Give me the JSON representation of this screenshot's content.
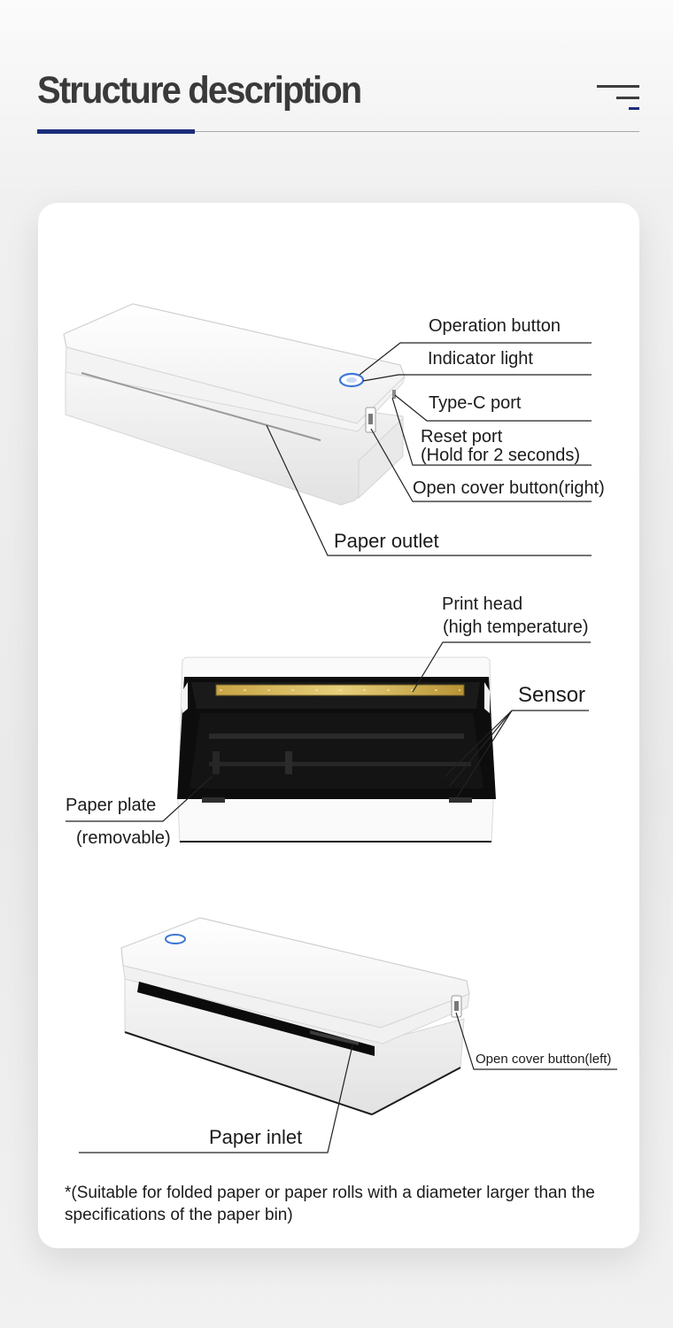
{
  "header": {
    "title": "Structure description",
    "accent_color": "#1c2d79",
    "menu_icon": "menu-lines-icon"
  },
  "diagram1": {
    "labels": {
      "operation_button": "Operation button",
      "indicator_light": "Indicator light",
      "type_c_port": "Type-C port",
      "reset_port": "Reset port",
      "reset_port_note": "(Hold for 2 seconds)",
      "open_cover_right": "Open cover button(right)",
      "paper_outlet": "Paper outlet"
    }
  },
  "diagram2": {
    "labels": {
      "print_head": "Print head",
      "print_head_note": "(high temperature)",
      "sensor": "Sensor",
      "paper_plate": "Paper plate",
      "paper_plate_note": "(removable)"
    }
  },
  "diagram3": {
    "labels": {
      "open_cover_left": "Open cover button(left)",
      "paper_inlet": "Paper inlet"
    }
  },
  "footnote": "*(Suitable for folded paper or paper rolls with a diameter larger than the specifications of the paper bin)"
}
